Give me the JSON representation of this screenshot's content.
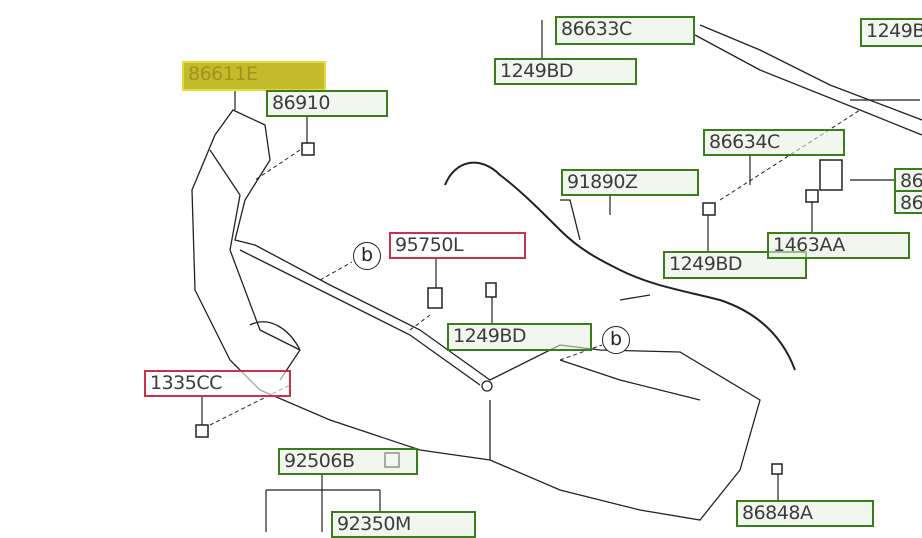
{
  "labels": {
    "l86611E": "86611E",
    "l86910": "86910",
    "l86633C": "86633C",
    "l1249BD_top": "1249BD",
    "l1249B_right": "1249B",
    "l86634C": "86634C",
    "l91890Z": "91890Z",
    "l86_a": "86",
    "l86_b": "86",
    "l1249BD_mid": "1249BD",
    "l1463AA": "1463AA",
    "l95750L": "95750L",
    "l1249BD_low": "1249BD",
    "l1335CC": "1335CC",
    "l92506B": "92506B",
    "l92350M": "92350M",
    "l86848A": "86848A"
  },
  "callouts": {
    "b1": "b",
    "b2": "b"
  },
  "colors": {
    "green": "#3a7d1a",
    "red": "#c8324a",
    "highlight": "#c3bb2a"
  }
}
